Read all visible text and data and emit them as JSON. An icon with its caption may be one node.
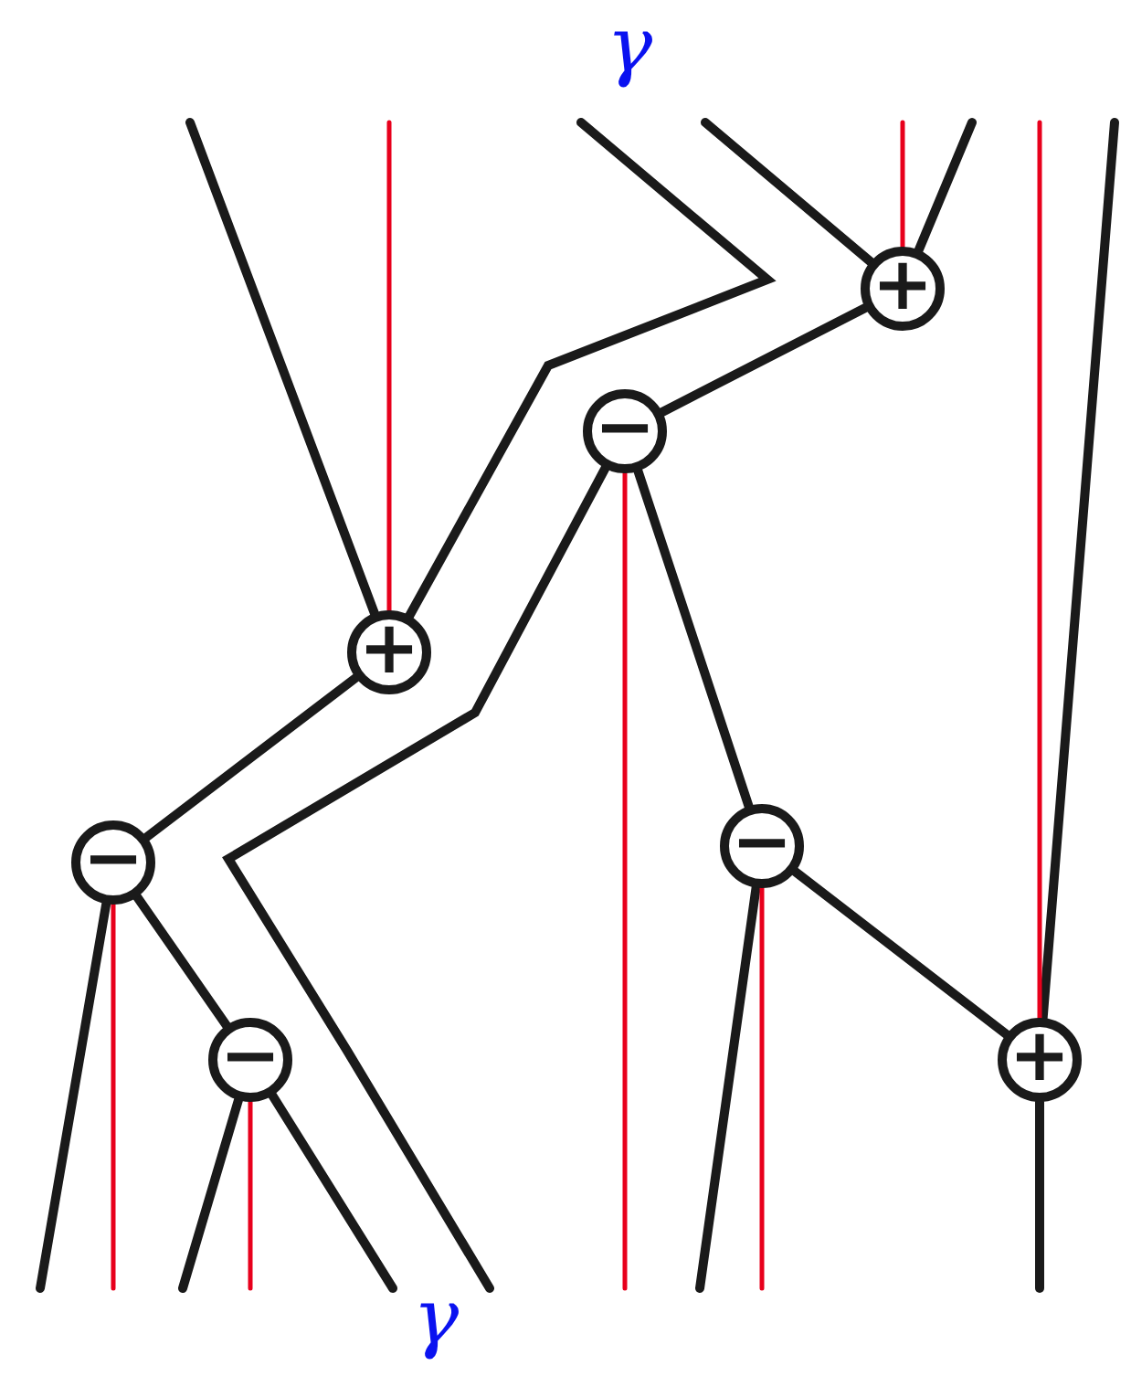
{
  "diagram": {
    "nodes": [
      {
        "text": [
          "+"
        ]
      },
      {
        "text": [
          "−"
        ]
      },
      {
        "text": [
          "+"
        ]
      },
      {
        "text": [
          "−"
        ]
      },
      {
        "text": [
          "−"
        ]
      },
      {
        "text": [
          "−"
        ]
      },
      {
        "text": [
          "+"
        ]
      }
    ],
    "edges": [
      {
        "from": null,
        "to": 2,
        "arrow": "none"
      },
      {
        "from": null,
        "to": 2,
        "arrow": "none"
      },
      {
        "from": null,
        "to": 0,
        "arrow": "none"
      },
      {
        "from": null,
        "to": 0,
        "arrow": "none"
      },
      {
        "from": 0,
        "to": 1,
        "arrow": "none"
      },
      {
        "from": null,
        "to": 6,
        "arrow": "none"
      },
      {
        "from": 2,
        "to": 4,
        "arrow": "none"
      },
      {
        "from": 1,
        "to": null,
        "arrow": "none"
      },
      {
        "from": 1,
        "to": 3,
        "arrow": "none"
      },
      {
        "from": 3,
        "to": 6,
        "arrow": "none"
      },
      {
        "from": 3,
        "to": null,
        "arrow": "none"
      },
      {
        "from": 4,
        "to": null,
        "arrow": "none"
      },
      {
        "from": 4,
        "to": 5,
        "arrow": "none"
      },
      {
        "from": 5,
        "to": null,
        "arrow": "none"
      },
      {
        "from": 5,
        "to": null,
        "arrow": "none"
      },
      {
        "from": 6,
        "to": null,
        "arrow": "none"
      },
      {
        "from": null,
        "to": 2,
        "arrow": "none",
        "color": "#e8001c"
      },
      {
        "from": null,
        "to": 0,
        "arrow": "none",
        "color": "#e8001c"
      },
      {
        "from": null,
        "to": 6,
        "arrow": "none",
        "color": "#e8001c"
      },
      {
        "from": 1,
        "to": null,
        "arrow": "none",
        "color": "#e8001c"
      },
      {
        "from": 4,
        "to": null,
        "arrow": "none",
        "color": "#e8001c"
      },
      {
        "from": 5,
        "to": null,
        "arrow": "none",
        "color": "#e8001c"
      },
      {
        "from": 3,
        "to": null,
        "arrow": "none",
        "color": "#e8001c"
      }
    ],
    "labels": [
      "γ",
      "γ"
    ]
  }
}
